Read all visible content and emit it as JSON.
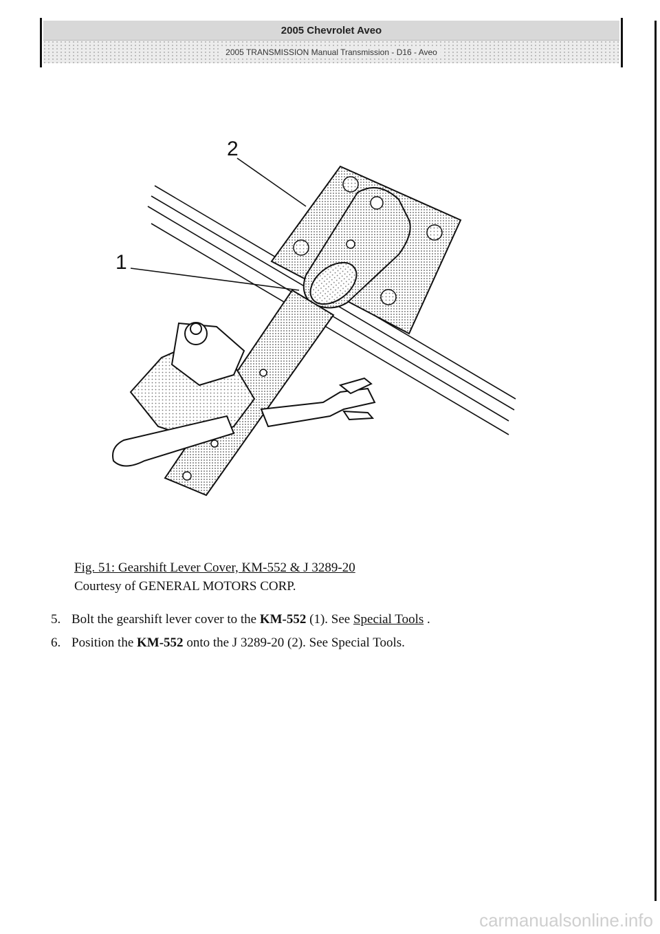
{
  "header": {
    "title": "2005 Chevrolet Aveo",
    "subtitle": "2005 TRANSMISSION Manual Transmission - D16 - Aveo"
  },
  "figure": {
    "callout_1": "1",
    "callout_2": "2",
    "caption_fig": "Fig. 51: Gearshift Lever Cover, KM-552 & J 3289-20",
    "caption_courtesy": "Courtesy of GENERAL MOTORS CORP."
  },
  "steps": [
    {
      "num": "5.",
      "text_a": "Bolt the gearshift lever cover to the ",
      "bold": "KM-552",
      "text_b": " (1). See ",
      "link": "Special Tools",
      "text_c": " ."
    },
    {
      "num": "6.",
      "text_a": "Position the ",
      "bold": "KM-552",
      "text_b": " onto the J 3289-20 (2). See Special Tools."
    }
  ],
  "watermark": "carmanualsonline.info"
}
